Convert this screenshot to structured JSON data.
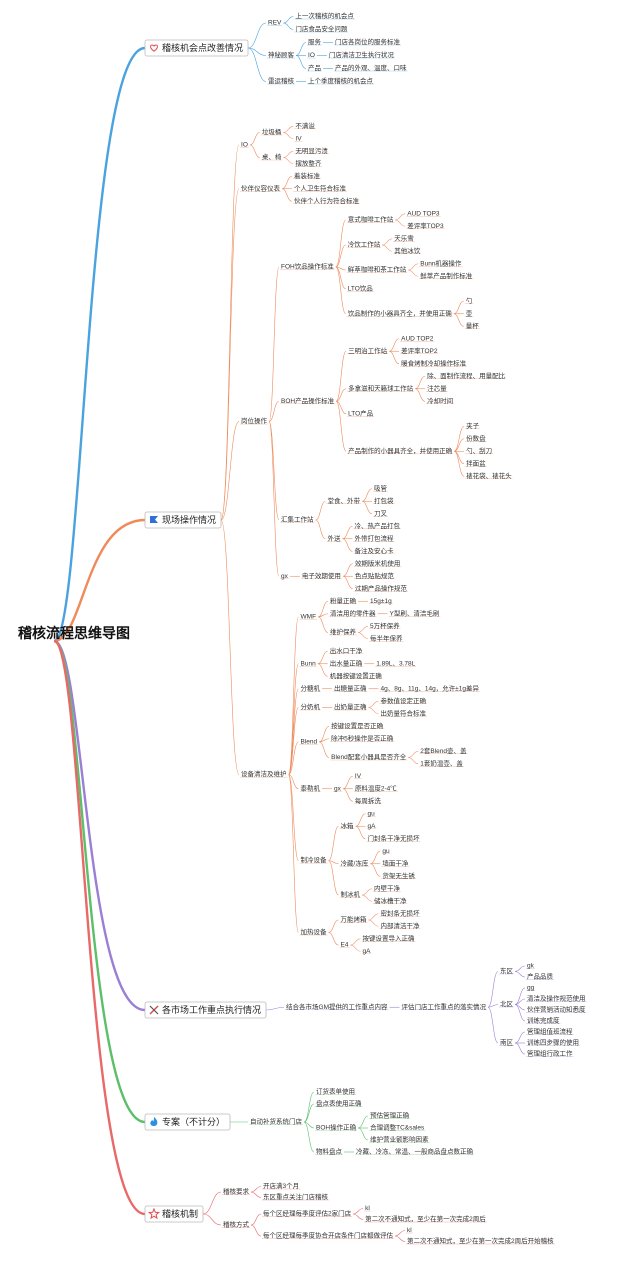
{
  "title": "稽核流程思维导图",
  "colors": {
    "branch_blue": "#4aa3df",
    "branch_orange": "#ef8a5a",
    "branch_purple": "#9b7fd4",
    "branch_green": "#5cbf6a",
    "branch_red": "#e96868",
    "heart_icon": "#e04a4a",
    "flag_icon": "#2f6fd6",
    "tools_icon": "#d64a4a",
    "fire_icon": "#2f8fe0",
    "star_icon": "#e04a4a"
  },
  "branches": [
    {
      "label": "稽核机会点改善情况",
      "icon": "heart-icon",
      "children": [
        {
          "label": "REV",
          "children": [
            {
              "label": "上一次稽核的机会点"
            },
            {
              "label": "门店食品安全问题"
            }
          ]
        },
        {
          "label": "神秘顾客",
          "children": [
            {
              "label": "服务",
              "children": [
                {
                  "label": "门店各岗位的服务标准"
                }
              ]
            },
            {
              "label": "IO",
              "children": [
                {
                  "label": "门店清洁卫生执行状况"
                }
              ]
            },
            {
              "label": "产品",
              "children": [
                {
                  "label": "产品的外观、温度、口味"
                }
              ]
            }
          ]
        },
        {
          "label": "雷运稽核",
          "children": [
            {
              "label": "上个季度稽核的机会点"
            }
          ]
        }
      ]
    },
    {
      "label": "现场操作情况",
      "icon": "flag-icon",
      "children": [
        {
          "label": "IO",
          "children": [
            {
              "label": "垃圾桶",
              "children": [
                {
                  "label": "不满溢"
                },
                {
                  "label": "IV"
                }
              ]
            },
            {
              "label": "桌、椅",
              "children": [
                {
                  "label": "无明显污渍"
                },
                {
                  "label": "摆放整齐"
                }
              ]
            }
          ]
        },
        {
          "label": "伙伴仪容仪表",
          "children": [
            {
              "label": "着装标准"
            },
            {
              "label": "个人卫生符合标准"
            },
            {
              "label": "伙伴个人行为符合标准"
            }
          ]
        },
        {
          "label": "岗位操作",
          "children": [
            {
              "label": "FOH饮品操作标准",
              "children": [
                {
                  "label": "意式咖啡工作站",
                  "children": [
                    {
                      "label": "AUD TOP3"
                    },
                    {
                      "label": "差评率TOP3"
                    }
                  ]
                },
                {
                  "label": "冷饮工作站",
                  "children": [
                    {
                      "label": "天乐雪"
                    },
                    {
                      "label": "其他冰饮"
                    }
                  ]
                },
                {
                  "label": "鲜萃咖啡和茶工作站",
                  "children": [
                    {
                      "label": "Bunn机器操作"
                    },
                    {
                      "label": "鲜萃产品制作标准"
                    }
                  ]
                },
                {
                  "label": "LTO饮品"
                },
                {
                  "label": "饮品制作的小器具齐全，并使用正确",
                  "children": [
                    {
                      "label": "勺"
                    },
                    {
                      "label": "壶"
                    },
                    {
                      "label": "量杯"
                    }
                  ]
                }
              ]
            },
            {
              "label": "BOH产品操作标准",
              "children": [
                {
                  "label": "三明治工作站",
                  "children": [
                    {
                      "label": "AUD TOP2"
                    },
                    {
                      "label": "差评率TOP2"
                    },
                    {
                      "label": "暖食烤制冷却操作标准"
                    }
                  ]
                },
                {
                  "label": "多拿滋和天籁球工作站",
                  "children": [
                    {
                      "label": "除、面制作流程、用量配比"
                    },
                    {
                      "label": "注芯量"
                    },
                    {
                      "label": "冷却时间"
                    }
                  ]
                },
                {
                  "label": "LTO产品"
                },
                {
                  "label": "产品制作的小器具齐全，并使用正确",
                  "children": [
                    {
                      "label": "夹子"
                    },
                    {
                      "label": "份数盘"
                    },
                    {
                      "label": "勺、刮刀"
                    },
                    {
                      "label": "拌面盆"
                    },
                    {
                      "label": "裱花袋、裱花头"
                    }
                  ]
                }
              ]
            },
            {
              "label": "汇集工作站",
              "children": [
                {
                  "label": "堂食、外带",
                  "children": [
                    {
                      "label": "吸管"
                    },
                    {
                      "label": "打包袋"
                    },
                    {
                      "label": "刀叉"
                    }
                  ]
                },
                {
                  "label": "外送",
                  "children": [
                    {
                      "label": "冷、热产品打包"
                    },
                    {
                      "label": "外带打包流程"
                    },
                    {
                      "label": "备注及安心卡"
                    }
                  ]
                }
              ]
            },
            {
              "label": "gx",
              "children": [
                {
                  "label": "电子效期使用",
                  "children": [
                    {
                      "label": "效期版米机使用"
                    },
                    {
                      "label": "色点贴贴规范"
                    },
                    {
                      "label": "过期产品操作规范"
                    }
                  ]
                }
              ]
            }
          ]
        },
        {
          "label": "设备清洁及维护",
          "children": [
            {
              "label": "WMF",
              "children": [
                {
                  "label": "粉量正确",
                  "children": [
                    {
                      "label": "15g±1g"
                    }
                  ]
                },
                {
                  "label": "清洁用的零件器",
                  "children": [
                    {
                      "label": "Y型刷、清洁毛刷"
                    }
                  ]
                },
                {
                  "label": "维护保养",
                  "children": [
                    {
                      "label": "5万杯保养"
                    },
                    {
                      "label": "每半年保养"
                    }
                  ]
                }
              ]
            },
            {
              "label": "Bunn",
              "children": [
                {
                  "label": "出水口干净"
                },
                {
                  "label": "出水量正确",
                  "children": [
                    {
                      "label": "1.89L、3.78L"
                    }
                  ]
                },
                {
                  "label": "机器按键设置正确"
                }
              ]
            },
            {
              "label": "分糖机",
              "children": [
                {
                  "label": "出糖量正确",
                  "children": [
                    {
                      "label": "4g、8g、11g、14g，允许±1g差异"
                    }
                  ]
                }
              ]
            },
            {
              "label": "分奶机",
              "children": [
                {
                  "label": "出奶量正确",
                  "children": [
                    {
                      "label": "参数值设定正确"
                    },
                    {
                      "label": "出奶量符合标准"
                    }
                  ]
                }
              ]
            },
            {
              "label": "Blend",
              "children": [
                {
                  "label": "按键设置是否正确"
                },
                {
                  "label": "除冲5秒操作是否正确"
                },
                {
                  "label": "Blend配套小器具是否齐全",
                  "children": [
                    {
                      "label": "2套Blend壶、盖"
                    },
                    {
                      "label": "1套奶温壶、盖"
                    }
                  ]
                }
              ]
            },
            {
              "label": "泰勒机",
              "children": [
                {
                  "label": "gx",
                  "children": [
                    {
                      "label": "IV"
                    },
                    {
                      "label": "原料温度2-4℃"
                    },
                    {
                      "label": "每周拆洗"
                    }
                  ]
                }
              ]
            },
            {
              "label": "制冷设备",
              "children": [
                {
                  "label": "冰箱",
                  "children": [
                    {
                      "label": "gu"
                    },
                    {
                      "label": "gA"
                    },
                    {
                      "label": "门封条干净无损坏"
                    }
                  ]
                },
                {
                  "label": "冷藏/冻库",
                  "children": [
                    {
                      "label": "gu"
                    },
                    {
                      "label": "墙面干净"
                    },
                    {
                      "label": "货架无生锈"
                    }
                  ]
                },
                {
                  "label": "制冰机",
                  "children": [
                    {
                      "label": "内壁干净"
                    },
                    {
                      "label": "储冰槽干净"
                    }
                  ]
                }
              ]
            },
            {
              "label": "加热设备",
              "children": [
                {
                  "label": "万能烤箱",
                  "children": [
                    {
                      "label": "密封条无损坏"
                    },
                    {
                      "label": "内部清洁干净"
                    }
                  ]
                },
                {
                  "label": "E4",
                  "children": [
                    {
                      "label": "按键设置导入正确"
                    },
                    {
                      "label": "gA"
                    }
                  ]
                }
              ]
            }
          ]
        }
      ]
    },
    {
      "label": "各市场工作重点执行情况",
      "icon": "tools-icon",
      "children": [
        {
          "label": "结合各市场GM提供的工作重点内容",
          "children": [
            {
              "label": "评估门店工作重点的落实情况",
              "children": [
                {
                  "label": "东区",
                  "children": [
                    {
                      "label": "gk"
                    },
                    {
                      "label": "产品品质"
                    }
                  ]
                },
                {
                  "label": "北区",
                  "children": [
                    {
                      "label": "gg"
                    },
                    {
                      "label": "清洁及操作规范使用"
                    },
                    {
                      "label": "伙伴营销活动知悉度"
                    },
                    {
                      "label": "训练完成度"
                    }
                  ]
                },
                {
                  "label": "南区",
                  "children": [
                    {
                      "label": "管理组值班流程"
                    },
                    {
                      "label": "训练四步骤的使用"
                    },
                    {
                      "label": "管理组行政工作"
                    }
                  ]
                }
              ]
            }
          ]
        }
      ]
    },
    {
      "label": "专案（不计分）",
      "icon": "fire-icon",
      "children": [
        {
          "label": "自动补货系统门店",
          "children": [
            {
              "label": "订货表单使用"
            },
            {
              "label": "盘点表使用正确"
            },
            {
              "label": "BOH操作正确",
              "children": [
                {
                  "label": "预估管理正确"
                },
                {
                  "label": "合理调整TC&sales"
                },
                {
                  "label": "维护营业额影响因素"
                }
              ]
            },
            {
              "label": "物料盘点",
              "children": [
                {
                  "label": "冷藏、冷冻、常温、一般商品盘点数正确"
                }
              ]
            }
          ]
        }
      ]
    },
    {
      "label": "稽核机制",
      "icon": "star-icon",
      "children": [
        {
          "label": "稽核要求",
          "children": [
            {
              "label": "开店满3个月"
            },
            {
              "label": "东区重点关注门店稽核"
            }
          ]
        },
        {
          "label": "稽核方式",
          "children": [
            {
              "label": "每个区经理每季度评估2家门店",
              "children": [
                {
                  "label": "kl"
                },
                {
                  "label": "第二次不通知式，至少在第一次完成2周后"
                }
              ]
            },
            {
              "label": "每个区经理每季度协合开店条件门店都做评估",
              "children": [
                {
                  "label": "kl"
                },
                {
                  "label": "第二次不通知式，至少在第一次完成2周后开始稽核"
                }
              ]
            }
          ]
        }
      ]
    }
  ]
}
